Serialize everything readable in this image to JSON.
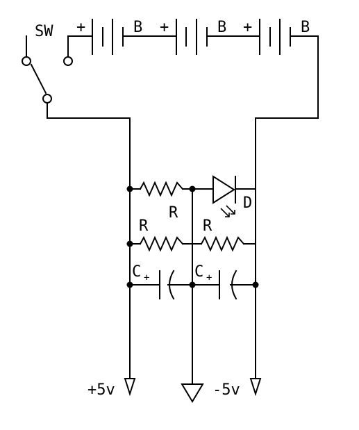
{
  "labels": {
    "switch": "SW",
    "battery_plus": "+",
    "battery": "B",
    "resistor": "R",
    "diode": "D",
    "capacitor": "C",
    "capacitor_plus": "+",
    "pos_rail": "+5v",
    "neg_rail": "-5v"
  }
}
